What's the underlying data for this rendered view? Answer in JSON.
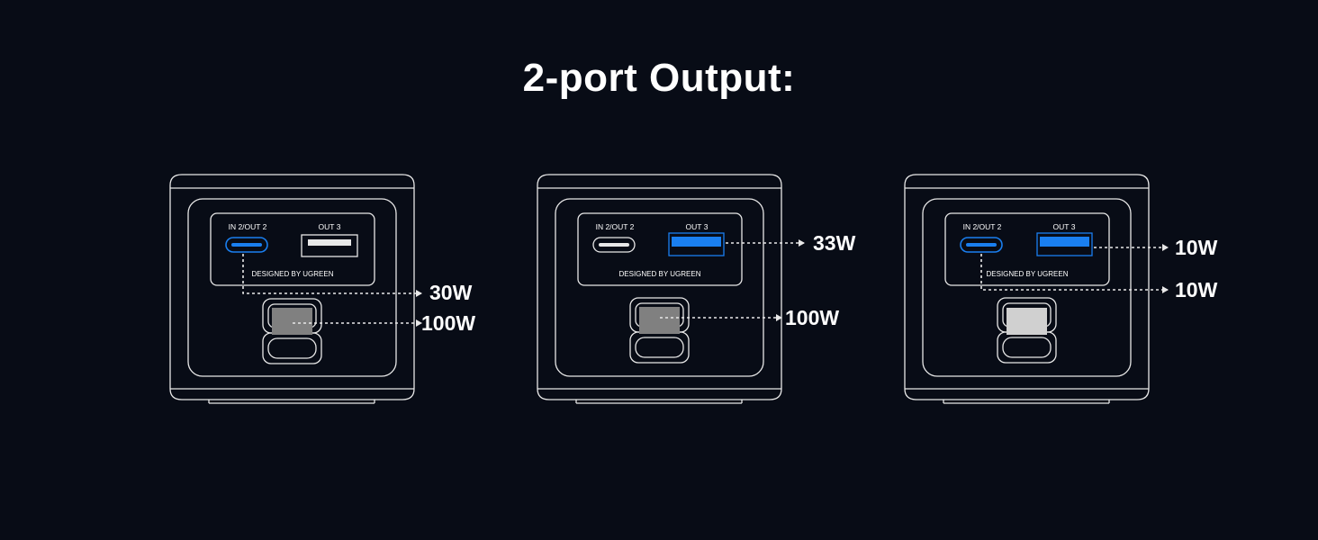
{
  "title": "2-port Output:",
  "device": {
    "port_label_1": "IN 2/OUT 2",
    "port_label_2": "OUT 3",
    "brand": "DESIGNED BY UGREEN"
  },
  "colors": {
    "background": "#080c16",
    "outline": "#e8e8e8",
    "active_port": "#1a7ff0",
    "outlet_gray": "#808080",
    "outlet_light": "#d0d0d0"
  },
  "panels": [
    {
      "active_ports": [
        "IN 2/OUT 2",
        "AC outlet"
      ],
      "outputs": [
        {
          "port": "IN 2/OUT 2",
          "label": "30W"
        },
        {
          "port": "AC outlet",
          "label": "100W"
        }
      ]
    },
    {
      "active_ports": [
        "OUT 3",
        "AC outlet"
      ],
      "outputs": [
        {
          "port": "OUT 3",
          "label": "33W"
        },
        {
          "port": "AC outlet",
          "label": "100W"
        }
      ]
    },
    {
      "active_ports": [
        "IN 2/OUT 2",
        "OUT 3"
      ],
      "outputs": [
        {
          "port": "OUT 3",
          "label": "10W"
        },
        {
          "port": "IN 2/OUT 2",
          "label": "10W"
        }
      ]
    }
  ]
}
